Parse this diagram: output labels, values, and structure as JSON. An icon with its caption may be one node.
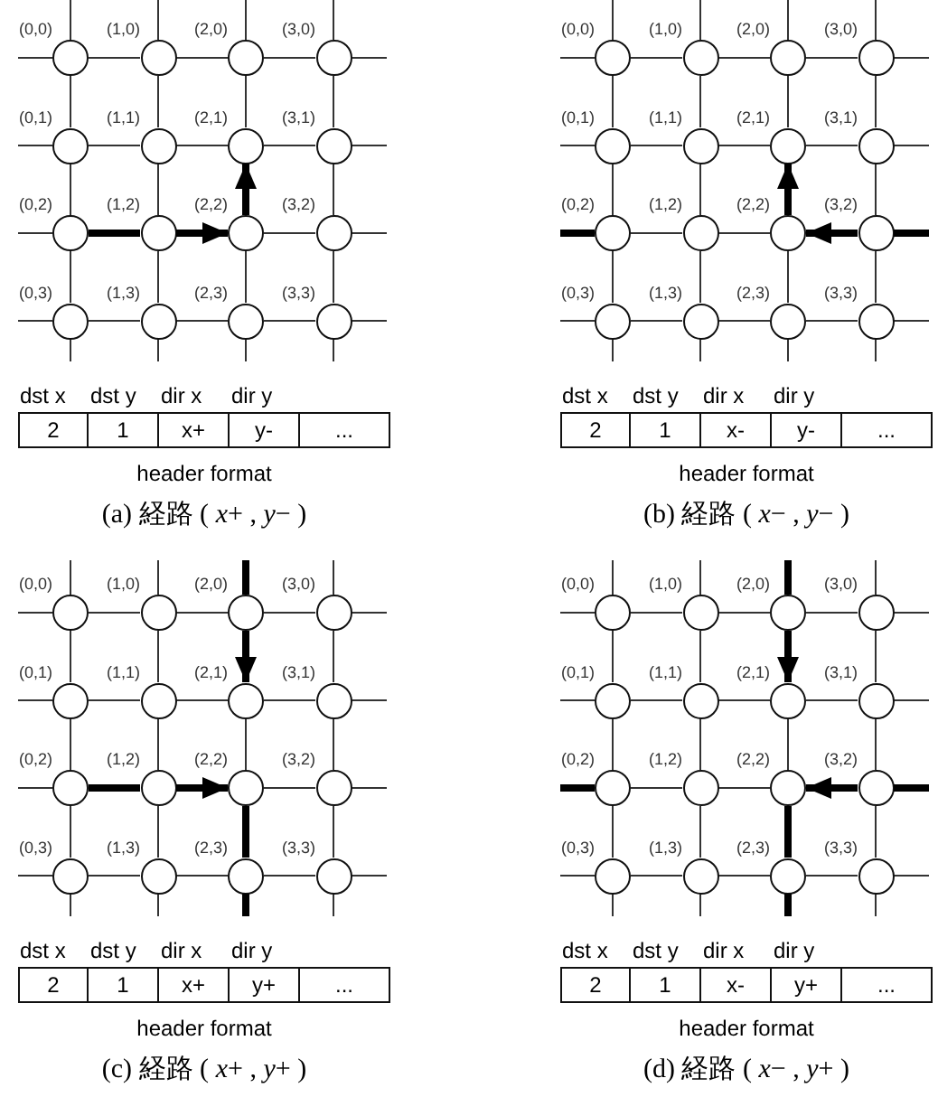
{
  "diagram": {
    "nodes": [
      {
        "text": [],
        "shape": "circle",
        "beside": [
          "(0,0)"
        ]
      },
      {
        "text": [],
        "shape": "circle",
        "beside": [
          "(1,0)"
        ]
      },
      {
        "text": [],
        "shape": "circle",
        "beside": [
          "(2,0)"
        ]
      },
      {
        "text": [],
        "shape": "circle",
        "beside": [
          "(3,0)"
        ]
      },
      {
        "text": [],
        "shape": "circle",
        "beside": [
          "(0,1)"
        ]
      },
      {
        "text": [],
        "shape": "circle",
        "beside": [
          "(1,1)"
        ]
      },
      {
        "text": [],
        "shape": "circle",
        "beside": [
          "(2,1)"
        ]
      },
      {
        "text": [],
        "shape": "circle",
        "beside": [
          "(3,1)"
        ]
      },
      {
        "text": [],
        "shape": "circle",
        "beside": [
          "(0,2)"
        ]
      },
      {
        "text": [],
        "shape": "circle",
        "beside": [
          "(1,2)"
        ]
      },
      {
        "text": [],
        "shape": "circle",
        "beside": [
          "(2,2)"
        ]
      },
      {
        "text": [],
        "shape": "circle",
        "beside": [
          "(3,2)"
        ]
      },
      {
        "text": [],
        "shape": "circle",
        "beside": [
          "(0,3)"
        ]
      },
      {
        "text": [],
        "shape": "circle",
        "beside": [
          "(1,3)"
        ]
      },
      {
        "text": [],
        "shape": "circle",
        "beside": [
          "(2,3)"
        ]
      },
      {
        "text": [],
        "shape": "circle",
        "beside": [
          "(3,3)"
        ]
      },
      {
        "text": [],
        "shape": "circle",
        "beside": [
          "(0,0)"
        ]
      },
      {
        "text": [],
        "shape": "circle",
        "beside": [
          "(1,0)"
        ]
      },
      {
        "text": [],
        "shape": "circle",
        "beside": [
          "(2,0)"
        ]
      },
      {
        "text": [],
        "shape": "circle",
        "beside": [
          "(3,0)"
        ]
      },
      {
        "text": [],
        "shape": "circle",
        "beside": [
          "(0,1)"
        ]
      },
      {
        "text": [],
        "shape": "circle",
        "beside": [
          "(1,1)"
        ]
      },
      {
        "text": [],
        "shape": "circle",
        "beside": [
          "(2,1)"
        ]
      },
      {
        "text": [],
        "shape": "circle",
        "beside": [
          "(3,1)"
        ]
      },
      {
        "text": [],
        "shape": "circle",
        "beside": [
          "(0,2)"
        ]
      },
      {
        "text": [],
        "shape": "circle",
        "beside": [
          "(1,2)"
        ]
      },
      {
        "text": [],
        "shape": "circle",
        "beside": [
          "(2,2)"
        ]
      },
      {
        "text": [],
        "shape": "circle",
        "beside": [
          "(3,2)"
        ]
      },
      {
        "text": [],
        "shape": "circle",
        "beside": [
          "(0,3)"
        ]
      },
      {
        "text": [],
        "shape": "circle",
        "beside": [
          "(1,3)"
        ]
      },
      {
        "text": [],
        "shape": "circle",
        "beside": [
          "(2,3)"
        ]
      },
      {
        "text": [],
        "shape": "circle",
        "beside": [
          "(3,3)"
        ]
      },
      {
        "text": [],
        "shape": "circle",
        "beside": [
          "(0,0)"
        ]
      },
      {
        "text": [],
        "shape": "circle",
        "beside": [
          "(1,0)"
        ]
      },
      {
        "text": [],
        "shape": "circle",
        "beside": [
          "(2,0)"
        ]
      },
      {
        "text": [],
        "shape": "circle",
        "beside": [
          "(3,0)"
        ]
      },
      {
        "text": [],
        "shape": "circle",
        "beside": [
          "(0,1)"
        ]
      },
      {
        "text": [],
        "shape": "circle",
        "beside": [
          "(1,1)"
        ]
      },
      {
        "text": [],
        "shape": "circle",
        "beside": [
          "(2,1)"
        ]
      },
      {
        "text": [],
        "shape": "circle",
        "beside": [
          "(3,1)"
        ]
      },
      {
        "text": [],
        "shape": "circle",
        "beside": [
          "(0,2)"
        ]
      },
      {
        "text": [],
        "shape": "circle",
        "beside": [
          "(1,2)"
        ]
      },
      {
        "text": [],
        "shape": "circle",
        "beside": [
          "(2,2)"
        ]
      },
      {
        "text": [],
        "shape": "circle",
        "beside": [
          "(3,2)"
        ]
      },
      {
        "text": [],
        "shape": "circle",
        "beside": [
          "(0,3)"
        ]
      },
      {
        "text": [],
        "shape": "circle",
        "beside": [
          "(1,3)"
        ]
      },
      {
        "text": [],
        "shape": "circle",
        "beside": [
          "(2,3)"
        ]
      },
      {
        "text": [],
        "shape": "circle",
        "beside": [
          "(3,3)"
        ]
      },
      {
        "text": [],
        "shape": "circle",
        "beside": [
          "(0,0)"
        ]
      },
      {
        "text": [],
        "shape": "circle",
        "beside": [
          "(1,0)"
        ]
      },
      {
        "text": [],
        "shape": "circle",
        "beside": [
          "(2,0)"
        ]
      },
      {
        "text": [],
        "shape": "circle",
        "beside": [
          "(3,0)"
        ]
      },
      {
        "text": [],
        "shape": "circle",
        "beside": [
          "(0,1)"
        ]
      },
      {
        "text": [],
        "shape": "circle",
        "beside": [
          "(1,1)"
        ]
      },
      {
        "text": [],
        "shape": "circle",
        "beside": [
          "(2,1)"
        ]
      },
      {
        "text": [],
        "shape": "circle",
        "beside": [
          "(3,1)"
        ]
      },
      {
        "text": [],
        "shape": "circle",
        "beside": [
          "(0,2)"
        ]
      },
      {
        "text": [],
        "shape": "circle",
        "beside": [
          "(1,2)"
        ]
      },
      {
        "text": [],
        "shape": "circle",
        "beside": [
          "(2,2)"
        ]
      },
      {
        "text": [],
        "shape": "circle",
        "beside": [
          "(3,2)"
        ]
      },
      {
        "text": [],
        "shape": "circle",
        "beside": [
          "(0,3)"
        ]
      },
      {
        "text": [],
        "shape": "circle",
        "beside": [
          "(1,3)"
        ]
      },
      {
        "text": [],
        "shape": "circle",
        "beside": [
          "(2,3)"
        ]
      },
      {
        "text": [],
        "shape": "circle",
        "beside": [
          "(3,3)"
        ]
      }
    ],
    "edges": [
      {
        "from": 0,
        "to": 1,
        "arrow": "none"
      },
      {
        "from": 1,
        "to": 2,
        "arrow": "none"
      },
      {
        "from": 2,
        "to": 3,
        "arrow": "none"
      },
      {
        "from": 4,
        "to": 5,
        "arrow": "none"
      },
      {
        "from": 5,
        "to": 6,
        "arrow": "none"
      },
      {
        "from": 6,
        "to": 7,
        "arrow": "none"
      },
      {
        "from": 10,
        "to": 11,
        "arrow": "none"
      },
      {
        "from": 12,
        "to": 13,
        "arrow": "none"
      },
      {
        "from": 13,
        "to": 14,
        "arrow": "none"
      },
      {
        "from": 14,
        "to": 15,
        "arrow": "none"
      },
      {
        "from": 0,
        "to": 4,
        "arrow": "none"
      },
      {
        "from": 1,
        "to": 5,
        "arrow": "none"
      },
      {
        "from": 2,
        "to": 6,
        "arrow": "none"
      },
      {
        "from": 3,
        "to": 7,
        "arrow": "none"
      },
      {
        "from": 4,
        "to": 8,
        "arrow": "none"
      },
      {
        "from": 5,
        "to": 9,
        "arrow": "none"
      },
      {
        "from": 7,
        "to": 11,
        "arrow": "none"
      },
      {
        "from": 8,
        "to": 12,
        "arrow": "none"
      },
      {
        "from": 9,
        "to": 13,
        "arrow": "none"
      },
      {
        "from": 10,
        "to": 14,
        "arrow": "none"
      },
      {
        "from": 11,
        "to": 15,
        "arrow": "none"
      },
      {
        "from": 8,
        "to": 9,
        "arrow": "none",
        "style": "thick"
      },
      {
        "from": 9,
        "to": 10,
        "arrow": "to",
        "style": "thick"
      },
      {
        "from": 10,
        "to": 6,
        "arrow": "to",
        "style": "thick"
      },
      {
        "from": 16,
        "to": 17,
        "arrow": "none"
      },
      {
        "from": 17,
        "to": 18,
        "arrow": "none"
      },
      {
        "from": 18,
        "to": 19,
        "arrow": "none"
      },
      {
        "from": 20,
        "to": 21,
        "arrow": "none"
      },
      {
        "from": 21,
        "to": 22,
        "arrow": "none"
      },
      {
        "from": 22,
        "to": 23,
        "arrow": "none"
      },
      {
        "from": 24,
        "to": 25,
        "arrow": "none"
      },
      {
        "from": 25,
        "to": 26,
        "arrow": "none"
      },
      {
        "from": 28,
        "to": 29,
        "arrow": "none"
      },
      {
        "from": 29,
        "to": 30,
        "arrow": "none"
      },
      {
        "from": 30,
        "to": 31,
        "arrow": "none"
      },
      {
        "from": 16,
        "to": 20,
        "arrow": "none"
      },
      {
        "from": 17,
        "to": 21,
        "arrow": "none"
      },
      {
        "from": 18,
        "to": 22,
        "arrow": "none"
      },
      {
        "from": 19,
        "to": 23,
        "arrow": "none"
      },
      {
        "from": 20,
        "to": 24,
        "arrow": "none"
      },
      {
        "from": 21,
        "to": 25,
        "arrow": "none"
      },
      {
        "from": 23,
        "to": 27,
        "arrow": "none"
      },
      {
        "from": 24,
        "to": 28,
        "arrow": "none"
      },
      {
        "from": 25,
        "to": 29,
        "arrow": "none"
      },
      {
        "from": 26,
        "to": 30,
        "arrow": "none"
      },
      {
        "from": 27,
        "to": 31,
        "arrow": "none"
      },
      {
        "from": 24,
        "to": null,
        "arrow": "none",
        "style": "thick"
      },
      {
        "from": null,
        "to": 27,
        "arrow": "none",
        "style": "thick"
      },
      {
        "from": 27,
        "to": 26,
        "arrow": "to",
        "style": "thick"
      },
      {
        "from": 26,
        "to": 22,
        "arrow": "to",
        "style": "thick"
      },
      {
        "from": 32,
        "to": 33,
        "arrow": "none"
      },
      {
        "from": 33,
        "to": 34,
        "arrow": "none"
      },
      {
        "from": 34,
        "to": 35,
        "arrow": "none"
      },
      {
        "from": 36,
        "to": 37,
        "arrow": "none"
      },
      {
        "from": 37,
        "to": 38,
        "arrow": "none"
      },
      {
        "from": 38,
        "to": 39,
        "arrow": "none"
      },
      {
        "from": 42,
        "to": 43,
        "arrow": "none"
      },
      {
        "from": 44,
        "to": 45,
        "arrow": "none"
      },
      {
        "from": 45,
        "to": 46,
        "arrow": "none"
      },
      {
        "from": 46,
        "to": 47,
        "arrow": "none"
      },
      {
        "from": 32,
        "to": 36,
        "arrow": "none"
      },
      {
        "from": 33,
        "to": 37,
        "arrow": "none"
      },
      {
        "from": 35,
        "to": 39,
        "arrow": "none"
      },
      {
        "from": 36,
        "to": 40,
        "arrow": "none"
      },
      {
        "from": 37,
        "to": 41,
        "arrow": "none"
      },
      {
        "from": 38,
        "to": 42,
        "arrow": "none"
      },
      {
        "from": 39,
        "to": 43,
        "arrow": "none"
      },
      {
        "from": 40,
        "to": 44,
        "arrow": "none"
      },
      {
        "from": 41,
        "to": 45,
        "arrow": "none"
      },
      {
        "from": 43,
        "to": 47,
        "arrow": "none"
      },
      {
        "from": 40,
        "to": 41,
        "arrow": "none",
        "style": "thick"
      },
      {
        "from": 41,
        "to": 42,
        "arrow": "to",
        "style": "thick"
      },
      {
        "from": 42,
        "to": 46,
        "arrow": "none",
        "style": "thick"
      },
      {
        "from": 46,
        "to": null,
        "arrow": "none",
        "style": "thick"
      },
      {
        "from": null,
        "to": 34,
        "arrow": "none",
        "style": "thick"
      },
      {
        "from": 34,
        "to": 38,
        "arrow": "to",
        "style": "thick"
      },
      {
        "from": 48,
        "to": 49,
        "arrow": "none"
      },
      {
        "from": 49,
        "to": 50,
        "arrow": "none"
      },
      {
        "from": 50,
        "to": 51,
        "arrow": "none"
      },
      {
        "from": 52,
        "to": 53,
        "arrow": "none"
      },
      {
        "from": 53,
        "to": 54,
        "arrow": "none"
      },
      {
        "from": 54,
        "to": 55,
        "arrow": "none"
      },
      {
        "from": 56,
        "to": 57,
        "arrow": "none"
      },
      {
        "from": 57,
        "to": 58,
        "arrow": "none"
      },
      {
        "from": 60,
        "to": 61,
        "arrow": "none"
      },
      {
        "from": 61,
        "to": 62,
        "arrow": "none"
      },
      {
        "from": 62,
        "to": 63,
        "arrow": "none"
      },
      {
        "from": 48,
        "to": 52,
        "arrow": "none"
      },
      {
        "from": 49,
        "to": 53,
        "arrow": "none"
      },
      {
        "from": 51,
        "to": 55,
        "arrow": "none"
      },
      {
        "from": 52,
        "to": 56,
        "arrow": "none"
      },
      {
        "from": 53,
        "to": 57,
        "arrow": "none"
      },
      {
        "from": 54,
        "to": 58,
        "arrow": "none"
      },
      {
        "from": 55,
        "to": 59,
        "arrow": "none"
      },
      {
        "from": 56,
        "to": 60,
        "arrow": "none"
      },
      {
        "from": 57,
        "to": 61,
        "arrow": "none"
      },
      {
        "from": 59,
        "to": 63,
        "arrow": "none"
      },
      {
        "from": 56,
        "to": null,
        "arrow": "none",
        "style": "thick"
      },
      {
        "from": null,
        "to": 59,
        "arrow": "none",
        "style": "thick"
      },
      {
        "from": 59,
        "to": 58,
        "arrow": "to",
        "style": "thick"
      },
      {
        "from": 58,
        "to": 62,
        "arrow": "none",
        "style": "thick"
      },
      {
        "from": 62,
        "to": null,
        "arrow": "none",
        "style": "thick"
      },
      {
        "from": null,
        "to": 50,
        "arrow": "none",
        "style": "thick"
      },
      {
        "from": 50,
        "to": 54,
        "arrow": "to",
        "style": "thick"
      },
      {
        "from": 12,
        "to": null,
        "arrow": "none"
      },
      {
        "from": 13,
        "to": null,
        "arrow": "none"
      },
      {
        "from": 14,
        "to": null,
        "arrow": "none"
      },
      {
        "from": 15,
        "to": null,
        "arrow": "none"
      },
      {
        "from": 28,
        "to": null,
        "arrow": "none"
      },
      {
        "from": 29,
        "to": null,
        "arrow": "none"
      },
      {
        "from": 30,
        "to": null,
        "arrow": "none"
      },
      {
        "from": 31,
        "to": null,
        "arrow": "none"
      },
      {
        "from": 44,
        "to": null,
        "arrow": "none"
      },
      {
        "from": 45,
        "to": null,
        "arrow": "none"
      },
      {
        "from": 47,
        "to": null,
        "arrow": "none"
      },
      {
        "from": 60,
        "to": null,
        "arrow": "none"
      },
      {
        "from": 61,
        "to": null,
        "arrow": "none"
      },
      {
        "from": 63,
        "to": null,
        "arrow": "none"
      }
    ],
    "labels": [
      "dst x",
      "dst y",
      "dir x",
      "dir y",
      "2",
      "1",
      "x+",
      "y-",
      "...",
      "header format",
      "(a) 経路 ( *x*+ , *y*− )",
      "dst x",
      "dst y",
      "dir x",
      "dir y",
      "2",
      "1",
      "x-",
      "y-",
      "...",
      "header format",
      "(b) 経路 ( *x*− , *y*− )",
      "dst x",
      "dst y",
      "dir x",
      "dir y",
      "2",
      "1",
      "x+",
      "y+",
      "...",
      "header format",
      "(c) 経路 ( *x*+ , *y*+ )",
      "dst x",
      "dst y",
      "dir x",
      "dir y",
      "2",
      "1",
      "x-",
      "y+",
      "...",
      "header format",
      "(d) 経路 ( *x*− , *y*+ )"
    ]
  }
}
